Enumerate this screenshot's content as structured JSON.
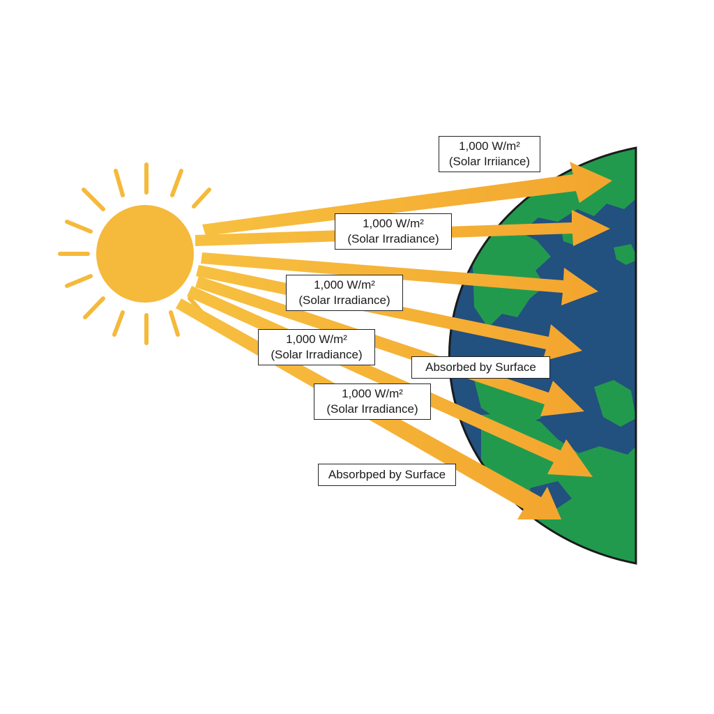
{
  "colors": {
    "sun": "#F5B93B",
    "ray": "#F6B533",
    "ray_dark": "#EE9A2E",
    "ocean": "#22507F",
    "land": "#229A4E",
    "outline": "#1a1a1a"
  },
  "icons": {
    "sun": "sun-icon",
    "earth": "earth-globe-icon"
  },
  "labels": [
    {
      "line1": "1,000 W/m²",
      "line2": "(Solar Irriiance)"
    },
    {
      "line1": "1,000 W/m²",
      "line2": "(Solar Irradiance)"
    },
    {
      "line1": "1,000 W/m²",
      "line2": "(Solar Irradiance)"
    },
    {
      "line1": "1,000 W/m²",
      "line2": "(Solar Irradiance)"
    },
    {
      "line1": "1,000 W/m²",
      "line2": "(Solar Irradiance)"
    }
  ],
  "absorbed_labels": [
    {
      "text": "Absorbed by Surface"
    },
    {
      "text": "Absorbped by Surface"
    }
  ]
}
